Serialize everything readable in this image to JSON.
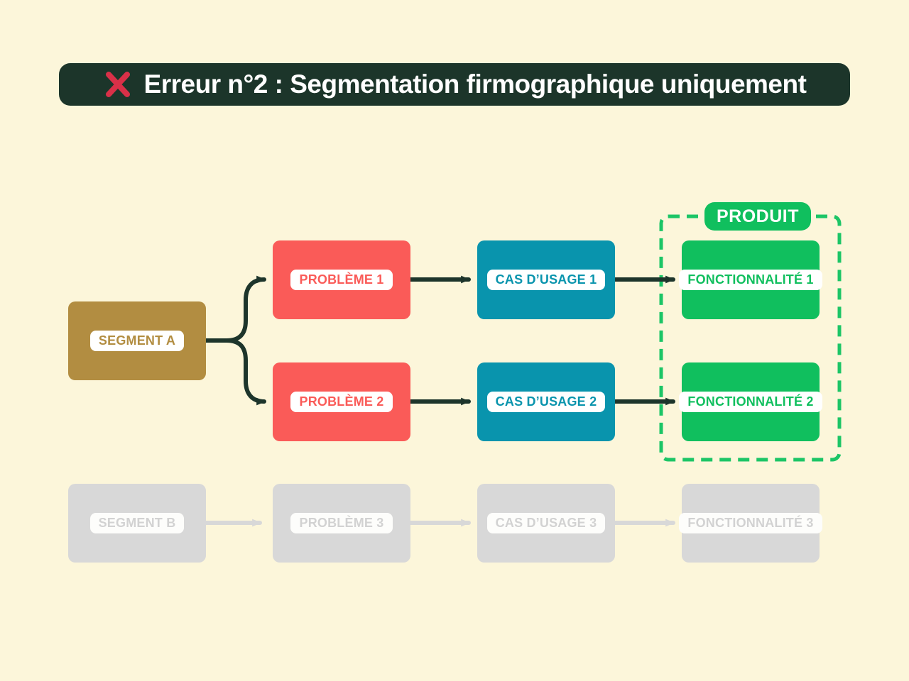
{
  "colors": {
    "bg": "#FCF6DA",
    "title-bg": "#1C352A",
    "cross-red": "#D93048",
    "gold": "#B28D41",
    "red": "#FA5B58",
    "teal": "#0994AD",
    "green": "#10BF5E",
    "green-dash": "#1CC566",
    "gray": "#D8D8D8",
    "gray-text": "#D2D2D2",
    "connector": "#1D352B"
  },
  "title": {
    "icon": "cross-mark",
    "text": "Erreur n°2 : Segmentation firmographique uniquement"
  },
  "produit_tag": {
    "label": "PRODUIT"
  },
  "nodes": [
    {
      "id": "segment-a",
      "label": "SEGMENT A",
      "color": "#B28D41"
    },
    {
      "id": "probleme-1",
      "label": "PROBLÈME 1",
      "color": "#FA5B58"
    },
    {
      "id": "probleme-2",
      "label": "PROBLÈME 2",
      "color": "#FA5B58"
    },
    {
      "id": "cas-usage-1",
      "label": "CAS D’USAGE 1",
      "color": "#0994AD"
    },
    {
      "id": "cas-usage-2",
      "label": "CAS D’USAGE 2",
      "color": "#0994AD"
    },
    {
      "id": "fonctionnalite-1",
      "label": "FONCTIONNALITÉ 1",
      "color": "#10BF5E"
    },
    {
      "id": "fonctionnalite-2",
      "label": "FONCTIONNALITÉ 2",
      "color": "#10BF5E"
    },
    {
      "id": "segment-b",
      "label": "SEGMENT B",
      "color": "#D8D8D8"
    },
    {
      "id": "probleme-3",
      "label": "PROBLÈME 3",
      "color": "#D8D8D8"
    },
    {
      "id": "cas-usage-3",
      "label": "CAS D’USAGE 3",
      "color": "#D8D8D8"
    },
    {
      "id": "fonctionnalite-3",
      "label": "FONCTIONNALITÉ 3",
      "color": "#D8D8D8"
    }
  ]
}
